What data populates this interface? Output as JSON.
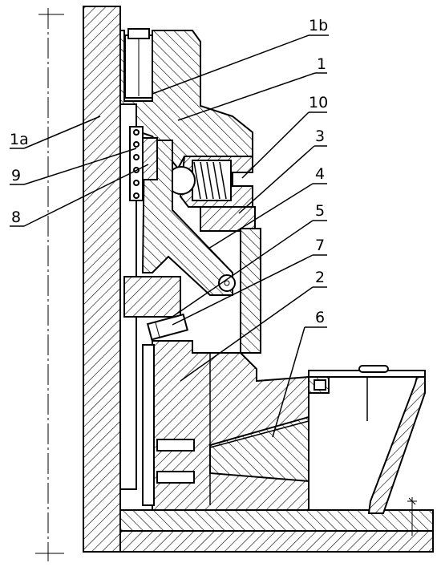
{
  "labels": {
    "l1b": "1b",
    "l1": "1",
    "l10": "10",
    "l3": "3",
    "l4": "4",
    "l5": "5",
    "l7": "7",
    "l2": "2",
    "l6": "6",
    "l1a": "1a",
    "l9": "9",
    "l8": "8"
  }
}
